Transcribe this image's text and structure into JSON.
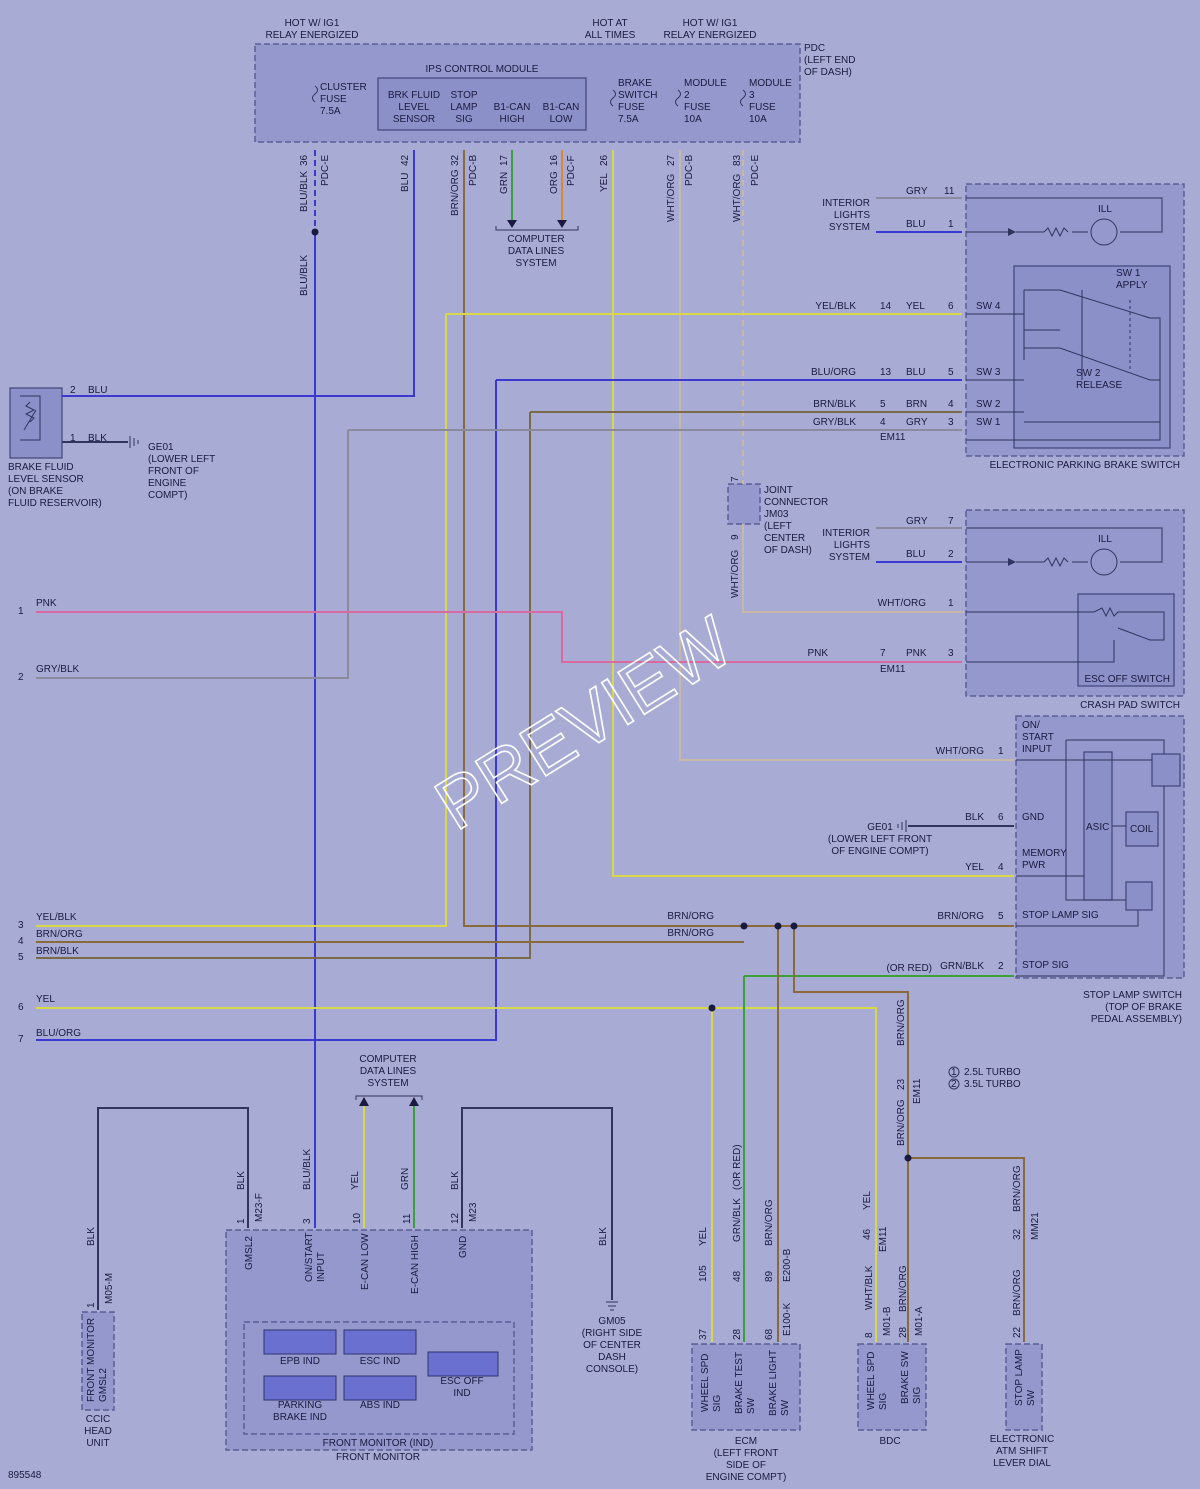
{
  "diagram_id": "895548",
  "watermark": "PREVIEW",
  "colors": {
    "background": "#a8acd4",
    "BLU": "#3a3ad0",
    "BLU/BLK": "#3a3ad0",
    "BLU/ORG": "#3a3ad0",
    "YEL": "#d8d84a",
    "YEL/BLK": "#d8d84a",
    "GRN": "#3aa03a",
    "GRN/BLK": "#3aa03a",
    "ORG": "#d88a30",
    "BRN/ORG": "#8a6a3a",
    "BRN/BLK": "#7a6a4a",
    "BRN": "#8a6a3a",
    "GRY": "#8a8a9a",
    "GRY/BLK": "#8a8a9a",
    "WHT/ORG": "#c8b8a8",
    "PNK": "#d86aa0",
    "BLK": "#30345e"
  },
  "pdc": {
    "heading_ig1_left": "HOT W/ IG1\nRELAY ENERGIZED",
    "heading_all_times": "HOT AT\nALL TIMES",
    "heading_ig1_right": "HOT W/ IG1\nRELAY ENERGIZED",
    "label": "PDC\n(LEFT END\nOF DASH)",
    "cluster_fuse": "CLUSTER\nFUSE\n7.5A",
    "ips_module": "IPS CONTROL MODULE",
    "ips_pins": [
      "BRK FLUID\nLEVEL\nSENSOR",
      "STOP\nLAMP\nSIG",
      "B1-CAN\nHIGH",
      "B1-CAN\nLOW"
    ],
    "brake_switch_fuse": "BRAKE\nSWITCH\nFUSE\n7.5A",
    "module2_fuse": "MODULE\n2\nFUSE\n10A",
    "module3_fuse": "MODULE\n3\nFUSE\n10A",
    "wires": [
      {
        "pin": "36",
        "color": "BLU/BLK",
        "conn": "PDC-E"
      },
      {
        "pin": "42",
        "color": "BLU",
        "conn": ""
      },
      {
        "pin": "32",
        "color": "BRN/ORG",
        "conn": "PDC-B"
      },
      {
        "pin": "17",
        "color": "GRN",
        "conn": ""
      },
      {
        "pin": "16",
        "color": "ORG",
        "conn": "PDC-F"
      },
      {
        "pin": "26",
        "color": "YEL",
        "conn": ""
      },
      {
        "pin": "27",
        "color": "WHT/ORG",
        "conn": "PDC-B"
      },
      {
        "pin": "83",
        "color": "WHT/ORG",
        "conn": "PDC-E"
      }
    ],
    "data_lines": "COMPUTER\nDATA LINES\nSYSTEM",
    "blu_blk_lower": "BLU/BLK"
  },
  "brake_fluid_sensor": {
    "label": "BRAKE FLUID\nLEVEL SENSOR\n(ON BRAKE\nFLUID RESERVOIR)",
    "pin2": "2",
    "pin2_color": "BLU",
    "pin1": "1",
    "pin1_color": "BLK",
    "ground": "GE01\n(LOWER LEFT\nFRONT OF\nENGINE\nCOMPT)"
  },
  "epb_switch": {
    "label": "ELECTRONIC PARKING BRAKE SWITCH",
    "interior_lights": "INTERIOR\nLIGHTS\nSYSTEM",
    "ill": "ILL",
    "gry_color": "GRY",
    "gry_pin": "11",
    "blu_color": "BLU",
    "blu_pin": "1",
    "sw1": "SW 1\nAPPLY",
    "sw2": "SW 2\nRELEASE",
    "rows": [
      {
        "left_color": "YEL/BLK",
        "em_pin": "14",
        "right_color": "YEL",
        "pin": "6",
        "sw": "SW 4"
      },
      {
        "left_color": "BLU/ORG",
        "em_pin": "13",
        "right_color": "BLU",
        "pin": "5",
        "sw": "SW 3"
      },
      {
        "left_color": "BRN/BLK",
        "em_pin": "5",
        "right_color": "BRN",
        "pin": "4",
        "sw": "SW 2"
      },
      {
        "left_color": "GRY/BLK",
        "em_pin": "4",
        "right_color": "GRY",
        "pin": "3",
        "sw": "SW 1"
      }
    ],
    "em11": "EM11"
  },
  "joint_connector": {
    "label": "JOINT\nCONNECTOR\nJM03\n(LEFT\nCENTER\nOF DASH)",
    "pin_top": "7",
    "pin_bottom": "9",
    "color": "WHT/ORG"
  },
  "crash_pad": {
    "label": "CRASH PAD SWITCH",
    "esc_off": "ESC OFF SWITCH",
    "interior_lights": "INTERIOR\nLIGHTS\nSYSTEM",
    "ill": "ILL",
    "gry_color": "GRY",
    "gry_pin": "7",
    "blu_color": "BLU",
    "blu_pin": "2",
    "wht_color": "WHT/ORG",
    "wht_pin": "1",
    "pnk_left_color": "PNK",
    "pnk_em_pin": "7",
    "pnk_right_color": "PNK",
    "pnk_pin": "3",
    "em11": "EM11"
  },
  "left_wires": [
    {
      "num": "1",
      "color": "PNK"
    },
    {
      "num": "2",
      "color": "GRY/BLK"
    },
    {
      "num": "3",
      "color": "YEL/BLK"
    },
    {
      "num": "4",
      "color": "BRN/ORG"
    },
    {
      "num": "5",
      "color": "BRN/BLK"
    },
    {
      "num": "6",
      "color": "YEL"
    },
    {
      "num": "7",
      "color": "BLU/ORG"
    }
  ],
  "stop_lamp_switch": {
    "label": "STOP LAMP SWITCH\n(TOP OF BRAKE\nPEDAL ASSEMBLY)",
    "on_start": "ON/\nSTART\nINPUT",
    "gnd": "GND",
    "memory_pwr": "MEMORY\nPWR",
    "stop_lamp_sig": "STOP LAMP SIG",
    "stop_sig": "STOP SIG",
    "asic": "ASIC",
    "coil": "COIL",
    "wht_color": "WHT/ORG",
    "wht_pin": "1",
    "blk_color": "BLK",
    "blk_pin": "6",
    "yel_color": "YEL",
    "yel_pin": "4",
    "brn_color": "BRN/ORG",
    "brn_pin": "5",
    "grn_color": "GRN/BLK",
    "grn_pin": "2",
    "or_red": "(OR RED)",
    "ground": "GE01\n(LOWER LEFT FRONT\nOF ENGINE COMPT)",
    "brn_org_mid1": "BRN/ORG",
    "brn_org_mid2": "BRN/ORG"
  },
  "legend": {
    "note1_num": "1",
    "note1": "2.5L TURBO",
    "note2_num": "2",
    "note2": "3.5L TURBO"
  },
  "front_monitor": {
    "label_inner": "FRONT MONITOR (IND)",
    "label": "FRONT MONITOR",
    "pins": [
      {
        "name": "GMSL2",
        "pin": "1",
        "color": "BLK",
        "conn": "M23-F"
      },
      {
        "name": "ON/START\nINPUT",
        "pin": "3",
        "color": "BLU/BLK",
        "conn": ""
      },
      {
        "name": "E-CAN LOW",
        "pin": "10",
        "color": "YEL",
        "conn": ""
      },
      {
        "name": "E-CAN HIGH",
        "pin": "11",
        "color": "GRN",
        "conn": ""
      },
      {
        "name": "GND",
        "pin": "12",
        "color": "BLK",
        "conn": "M23"
      }
    ],
    "indicators": [
      "EPB IND",
      "ESC IND",
      "PARKING\nBRAKE IND",
      "ABS IND",
      "ESC OFF\nIND"
    ],
    "data_lines": "COMPUTER\nDATA LINES\nSYSTEM",
    "gm05_color": "BLK",
    "gm05": "GM05\n(RIGHT SIDE\nOF CENTER\nDASH\nCONSOLE)"
  },
  "ccic": {
    "label": "CCIC\nHEAD\nUNIT",
    "pin_name": "FRONT MONITOR\nGMSL2",
    "pin": "1",
    "conn": "M05-M",
    "color": "BLK"
  },
  "ecm": {
    "label": "ECM\n(LEFT FRONT\nSIDE OF\nENGINE COMPT)",
    "pins": [
      {
        "name": "WHEEL SPD\nSIG",
        "pin": "37",
        "wire_pin": "105",
        "color": "YEL"
      },
      {
        "name": "BRAKE TEST\nSW",
        "pin": "28",
        "wire_pin": "48",
        "color": "GRN/BLK"
      },
      {
        "name": "BRAKE LIGHT\nSW",
        "pin": "68",
        "wire_pin": "89",
        "color": "BRN/ORG"
      }
    ],
    "or_red": "(OR RED)",
    "conn1": "E100-K",
    "conn2": "E200-B"
  },
  "bdc": {
    "label": "BDC",
    "pins": [
      {
        "name": "WHEEL SPD\nSIG",
        "pin": "8",
        "color": "WHT/BLK",
        "conn": "M01-B"
      },
      {
        "name": "BRAKE SW\nSIG",
        "pin": "28",
        "color": "BRN/ORG",
        "conn": "M01-A"
      }
    ],
    "yel_color": "YEL",
    "yel_pin": "46",
    "em11_a": "EM11",
    "brn_color": "BRN/ORG",
    "brn_pin": "23",
    "em11_b": "EM11",
    "brn_color_lower": "BRN/ORG"
  },
  "shift_dial": {
    "label": "ELECTRONIC\nATM SHIFT\nLEVER DIAL",
    "pin_name": "STOP LAMP\nSW",
    "pin": "22",
    "color": "BRN/ORG",
    "mm_pin": "32",
    "mm_conn": "MM21",
    "mm_color": "BRN/ORG"
  }
}
